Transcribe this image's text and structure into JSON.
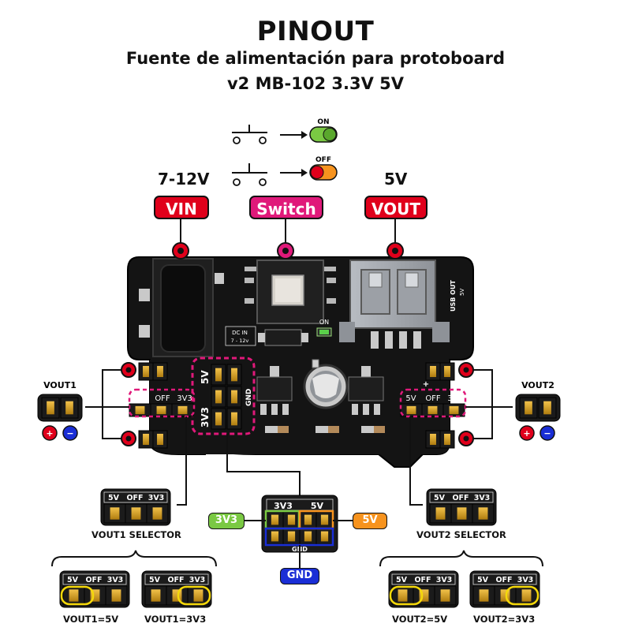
{
  "header": {
    "title": "PINOUT",
    "subtitle_line1": "Fuente de alimentación para protoboard",
    "subtitle_line2": "v2 MB-102 3.3V 5V"
  },
  "switch_legend": {
    "on_label": "ON",
    "off_label": "OFF"
  },
  "top_labels": {
    "vin_voltage": "7-12V",
    "vin": "VIN",
    "switch": "Switch",
    "vout_voltage": "5V",
    "vout": "VOUT"
  },
  "board_silk": {
    "dc_in": "DC IN",
    "dc_in_range": "7 - 12v",
    "on": "ON",
    "usb_out": "USB OUT",
    "usb_5v": "5V",
    "gnd": "GND",
    "rail_5v": "5V",
    "rail_3v3": "3V3",
    "sel_5v": "5V",
    "sel_off": "OFF",
    "sel_3v3": "3V3",
    "plus": "+",
    "minus": "−"
  },
  "side_labels": {
    "vout1": "VOUT1",
    "vout2": "VOUT2",
    "plus": "+",
    "minus": "−"
  },
  "selectors": {
    "vout1_selector": "VOUT1 SELECTOR",
    "vout2_selector": "VOUT2 SELECTOR",
    "col_5v": "5V",
    "col_off": "OFF",
    "col_3v3": "3V3"
  },
  "rail_detail": {
    "col_3v3": "3V3",
    "col_5v": "5V",
    "gnd": "GND",
    "tag_3v3": "3V3",
    "tag_5v": "5V",
    "tag_gnd": "GND"
  },
  "examples": {
    "vout1_5v": "VOUT1=5V",
    "vout1_3v3": "VOUT1=3V3",
    "vout2_5v": "VOUT2=5V",
    "vout2_3v3": "VOUT2=3V3"
  },
  "colors": {
    "red": "#e0001b",
    "pink": "#e0197a",
    "green": "#7ac943",
    "orange": "#f7931e",
    "blue": "#1a2ed6",
    "board": "#141414",
    "gold": "#d9a21b"
  }
}
